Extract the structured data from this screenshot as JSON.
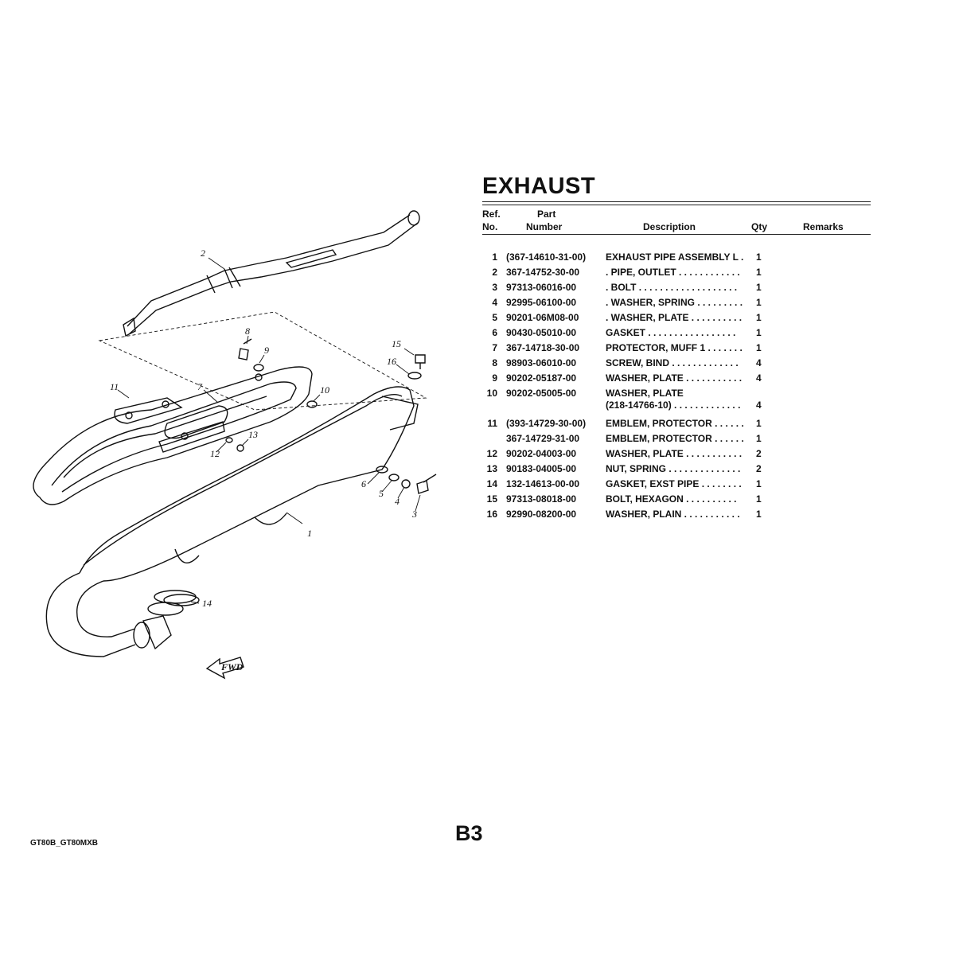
{
  "title": "EXHAUST",
  "header": {
    "ref_line1": "Ref.",
    "ref_line2": "No.",
    "part_line1": "Part",
    "part_line2": "Number",
    "description": "Description",
    "qty": "Qty",
    "remarks": "Remarks"
  },
  "parts": [
    {
      "ref": "1",
      "part": "(367-14610-31-00)",
      "desc": "EXHAUST PIPE ASSEMBLY L  .",
      "qty": "1"
    },
    {
      "ref": "2",
      "part": "367-14752-30-00",
      "desc": ". PIPE, OUTLET  . . . . . . . . . . . .",
      "qty": "1"
    },
    {
      "ref": "3",
      "part": "97313-06016-00",
      "desc": ". BOLT  . . . . . . . . . . . . . . . . . . .",
      "qty": "1"
    },
    {
      "ref": "4",
      "part": "92995-06100-00",
      "desc": ". WASHER, SPRING  . . . . . . . . .",
      "qty": "1"
    },
    {
      "ref": "5",
      "part": "90201-06M08-00",
      "desc": ". WASHER, PLATE  . . . . . . . . . .",
      "qty": "1"
    },
    {
      "ref": "6",
      "part": "90430-05010-00",
      "desc": "GASKET   . . . . . . . . . . . . . . . . .",
      "qty": "1"
    },
    {
      "ref": "7",
      "part": "367-14718-30-00",
      "desc": "PROTECTOR, MUFF 1  . . . . . . .",
      "qty": "1"
    },
    {
      "ref": "8",
      "part": "98903-06010-00",
      "desc": "SCREW, BIND   . . . . . . . . . . . . .",
      "qty": "4"
    },
    {
      "ref": "9",
      "part": "90202-05187-00",
      "desc": "WASHER, PLATE  . . . . . . . . . . .",
      "qty": "4"
    },
    {
      "ref": "10",
      "part": "90202-05005-00",
      "desc": "WASHER, PLATE",
      "desc2": "(218-14766-10)  . . . . . . . . . . . . .",
      "qty": "4"
    },
    {
      "ref": "11",
      "part": "(393-14729-30-00)",
      "desc": "EMBLEM, PROTECTOR  . . . . . .",
      "qty": "1"
    },
    {
      "ref": "",
      "part": "367-14729-31-00",
      "desc": "EMBLEM, PROTECTOR  . . . . . .",
      "qty": "1"
    },
    {
      "ref": "12",
      "part": "90202-04003-00",
      "desc": "WASHER, PLATE  . . . . . . . . . . .",
      "qty": "2"
    },
    {
      "ref": "13",
      "part": "90183-04005-00",
      "desc": "NUT, SPRING  . . . . . . . . . . . . . .",
      "qty": "2"
    },
    {
      "ref": "14",
      "part": "132-14613-00-00",
      "desc": "GASKET, EXST PIPE  . . . . . . . .",
      "qty": "1"
    },
    {
      "ref": "15",
      "part": "97313-08018-00",
      "desc": "BOLT, HEXAGON   . . . . . . . . . .",
      "qty": "1"
    },
    {
      "ref": "16",
      "part": "92990-08200-00",
      "desc": "WASHER, PLAIN  . . . . . . . . . . .",
      "qty": "1"
    }
  ],
  "diagram": {
    "callouts": {
      "c1": "1",
      "c2": "2",
      "c3": "3",
      "c4": "4",
      "c5": "5",
      "c6": "6",
      "c7": "7",
      "c8": "8",
      "c9": "9",
      "c10": "10",
      "c11": "11",
      "c12": "12",
      "c13": "13",
      "c14": "14",
      "c15": "15",
      "c16": "16"
    },
    "fwd_label": "FWD"
  },
  "page_id": "B3",
  "model": "GT80B_GT80MXB"
}
